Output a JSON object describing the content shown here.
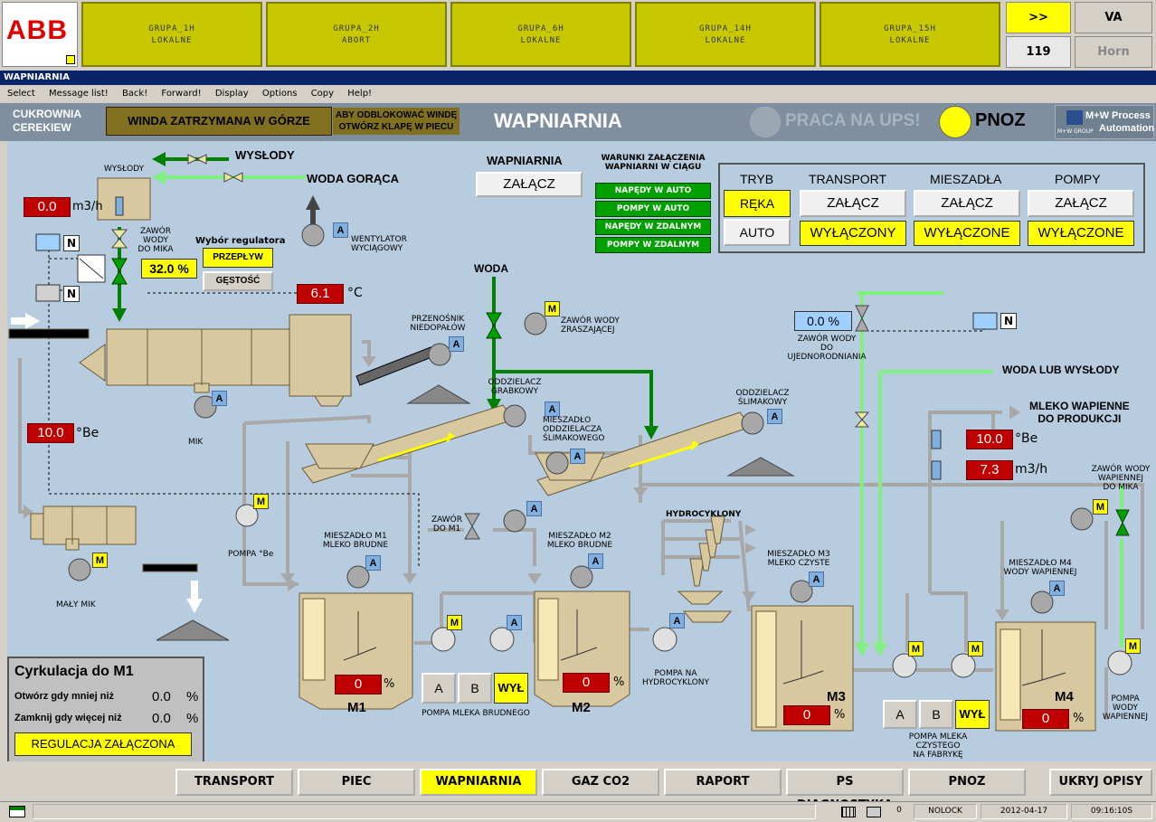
{
  "top": {
    "logo": "ABB",
    "groups": [
      {
        "name": "GRUPA_1H",
        "state": "LOKALNE"
      },
      {
        "name": "GRUPA_2H",
        "state": "ABORT"
      },
      {
        "name": "GRUPA_6H",
        "state": "LOKALNE"
      },
      {
        "name": "GRUPA_14H",
        "state": "LOKALNE"
      },
      {
        "name": "GRUPA_15H",
        "state": "LOKALNE"
      }
    ],
    "next_label": ">>",
    "count": "119",
    "va_label": "VA",
    "horn_label": "Horn"
  },
  "window_title": "WAPNIARNIA",
  "menu": [
    "Select",
    "Message list!",
    "Back!",
    "Forward!",
    "Display",
    "Options",
    "Copy",
    "Help!"
  ],
  "header": {
    "plant_line1": "CUKROWNIA",
    "plant_line2": "CEREKIEW",
    "alarm_text": "WINDA ZATRZYMANA W GÓRZE",
    "hint_line1": "ABY ODBLOKOWAĆ WINDĘ",
    "hint_line2": "OTWÓRZ KLAPĘ W PIECU",
    "page_title": "WAPNIARNIA",
    "ups_label": "PRACA NA UPS!",
    "pnoz_label": "PNOZ",
    "brand_line1": "M+W Process",
    "brand_line2": "Automation",
    "brand_small": "M+W GROUP"
  },
  "process": {
    "wapniarnia_title": "WAPNIARNIA",
    "wapniarnia_btn": "ZAŁĄCZ",
    "conditions_title1": "WARUNKI ZAŁĄCZENIA",
    "conditions_title2": "WAPNIARNI W CIĄGU",
    "conditions": [
      "NAPĘDY W AUTO",
      "POMPY W AUTO",
      "NAPĘDY W ZDALNYM",
      "POMPY W ZDALNYM"
    ],
    "mode_headers": [
      "TRYB",
      "TRANSPORT",
      "MIESZADŁA",
      "POMPY"
    ],
    "mode_reka": "RĘKA",
    "mode_auto": "AUTO",
    "zalacz": "ZAŁĄCZ",
    "transport_state": "WYŁĄCZONY",
    "mieszadla_state": "WYŁĄCZONE",
    "pompy_state": "WYŁĄCZONE",
    "wyslody_box": "WYSŁODY",
    "wyslody_line": "WYSŁODY",
    "woda_goraca": "WODA GORĄCA",
    "flow_value": "0.0",
    "flow_unit": "m3/h",
    "n_label": "N",
    "zawor_mika_1": "ZAWÓR",
    "zawor_mika_2": "WODY",
    "zawor_mika_3": "DO MIKA",
    "zawor_mika_pct": "32.0 %",
    "regulator_title": "Wybór regulatora",
    "reg_przeplyw": "PRZEPŁYW",
    "reg_gestosc": "GĘSTOŚĆ",
    "wentylator_1": "WENTYLATOR",
    "wentylator_2": "WYCIĄGOWY",
    "temp_value": "6.1",
    "temp_unit": "°C",
    "a": "A",
    "m": "M",
    "przenosnik_1": "PRZENOŚNIK",
    "przenosnik_2": "NIEDOPAŁÓW",
    "woda": "WODA",
    "zawor_zrasz_1": "ZAWÓR WODY",
    "zawor_zrasz_2": "ZRASZAJĄCEJ",
    "mik": "MIK",
    "be_value": "10.0",
    "be_unit": "°Be",
    "oddz_grab_1": "ODDZIELACZ",
    "oddz_grab_2": "GRABKOWY",
    "miesz_oddz_1": "MIESZADŁO",
    "miesz_oddz_2": "ODDZIELACZA",
    "miesz_oddz_3": "ŚLIMAKOWEGO",
    "oddz_slim_1": "ODDZIELACZ",
    "oddz_slim_2": "ŚLIMAKOWY",
    "zawor_ujedn_pct": "0.0  %",
    "zawor_ujedn_1": "ZAWÓR WODY",
    "zawor_ujedn_2": "DO UJEDNORODNIANIA",
    "woda_lub_wyslody": "WODA LUB WYSŁODY",
    "mleko_prod_1": "MLEKO WAPIENNE",
    "mleko_prod_2": "DO PRODUKCJI",
    "mleko_be": "10.0",
    "mleko_flow": "7.3",
    "zawor_wody_wap_1": "ZAWÓR WODY",
    "zawor_wody_wap_2": "WAPIENNEJ",
    "zawor_wody_wap_3": "DO MIKA",
    "pompa_be": "POMPA °Be",
    "maly_mik": "MAŁY MIK",
    "zawor_m1_1": "ZAWÓR",
    "zawor_m1_2": "DO M1",
    "m1_title_1": "MIESZADŁO M1",
    "m1_title_2": "MLEKO BRUDNE",
    "m2_title_1": "MIESZADŁO M2",
    "m2_title_2": "MLEKO BRUDNE",
    "hydrocyklony": "HYDROCYKLONY",
    "m3_title_1": "MIESZADŁO M3",
    "m3_title_2": "MLEKO CZYSTE",
    "m4_title_1": "MIESZADŁO M4",
    "m4_title_2": "WODY WAPIENNEJ",
    "pompa_hydro_1": "POMPA NA",
    "pompa_hydro_2": "HYDROCYKLONY",
    "pompa_brudne": "POMPA MLEKA BRUDNEGO",
    "pompa_czyste_1": "POMPA MLEKA",
    "pompa_czyste_2": "CZYSTEGO",
    "pompa_czyste_3": "NA FABRYKĘ",
    "pompa_wody_1": "POMPA",
    "pompa_wody_2": "WODY",
    "pompa_wody_3": "WAPIENNEJ",
    "tank_m1": "M1",
    "tank_m2": "M2",
    "tank_m3": "M3",
    "tank_m4": "M4",
    "tank_val": "0",
    "pct": "%",
    "btn_a": "A",
    "btn_b": "B",
    "btn_wyl": "WYŁ",
    "circ_title": "Cyrkulacja do M1",
    "circ_open": "Otwórz gdy mniej niż",
    "circ_close": "Zamknij gdy więcej niż",
    "circ_open_val": "0.0",
    "circ_close_val": "0.0",
    "circ_status": "REGULACJA ZAŁĄCZONA"
  },
  "nav": [
    "TRANSPORT",
    "PIEC",
    "WAPNIARNIA",
    "GAZ CO2",
    "RAPORT",
    "PS DIAGNOSTYKA",
    "PNOZ"
  ],
  "nav_hide": "UKRYJ OPISY",
  "status": {
    "count": "0",
    "lock": "NOLOCK",
    "date": "2012-04-17",
    "time": "09:16:10S"
  },
  "colors": {
    "alarm_yellow": "#c8c800",
    "process_bg": "#b8cce0",
    "equipment": "#d8c8a0",
    "value_red": "#c00000",
    "cond_green": "#00a000",
    "pipe_green_dark": "#008000",
    "pipe_green_light": "#80f080"
  }
}
